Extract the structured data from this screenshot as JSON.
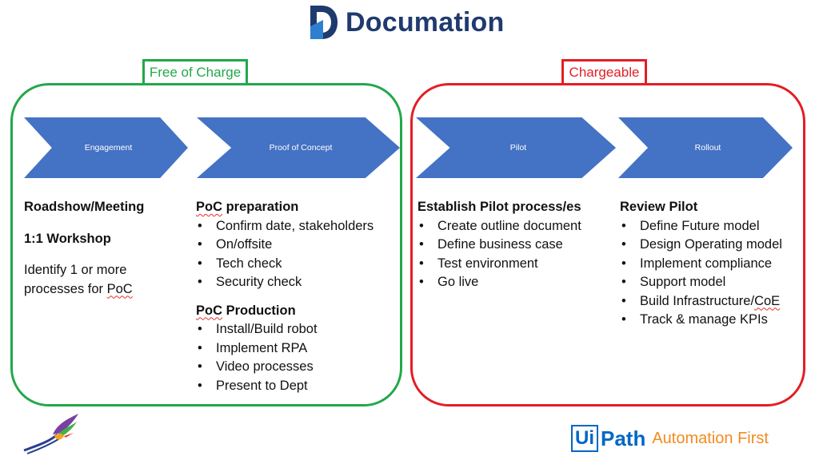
{
  "colors": {
    "brand": "#1f3a6e",
    "chevron": "#4472c4",
    "free": "#22a84a",
    "chargeable": "#e31e24",
    "uipath": "#0067c5",
    "orange": "#f28b20"
  },
  "header": {
    "logo_text": "Documation"
  },
  "groups": [
    {
      "label": "Free of Charge"
    },
    {
      "label": "Chargeable"
    }
  ],
  "stages": [
    "Engagement",
    "Proof of Concept",
    "Pilot",
    "Rollout"
  ],
  "engagement": {
    "roadshow": "Roadshow/Meeting",
    "workshop": "1:1 Workshop",
    "identify_line1": "Identify 1 or more",
    "identify_line2_pre": "processes for ",
    "identify_line2_term": "PoC"
  },
  "poc": {
    "prep_term": "PoC",
    "prep_rest": " preparation",
    "prep_items": [
      "Confirm date, stakeholders",
      "On/offsite",
      "Tech check",
      "Security check"
    ],
    "prod_term": "PoC",
    "prod_rest": " Production",
    "prod_items": [
      "Install/Build robot",
      "Implement RPA",
      "Video processes",
      "Present to Dept"
    ]
  },
  "pilot": {
    "heading": "Establish Pilot process/es",
    "items": [
      "Create outline document",
      "Define business case",
      "Test environment",
      "Go live"
    ]
  },
  "rollout": {
    "heading": "Review Pilot",
    "items": [
      "Define Future model",
      "Design Operating model",
      "Implement compliance",
      "Support model",
      "Build Infrastructure/",
      "Track & manage KPIs"
    ],
    "coe_term": "CoE"
  },
  "footer": {
    "uipath_ui": "Ui",
    "uipath_path": "Path",
    "automation_first": "Automation First"
  }
}
